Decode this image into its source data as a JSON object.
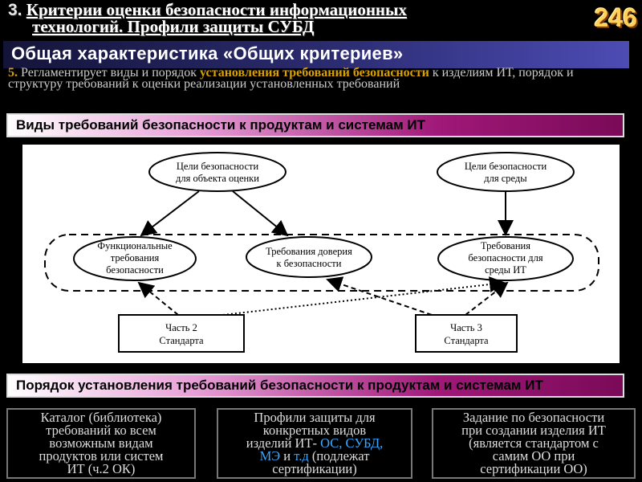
{
  "header": {
    "number": "3.",
    "title_line1": "Критерии оценки безопасности информационных",
    "title_line2": "технологий. Профили защиты СУБД",
    "slide_number": "246"
  },
  "subtitle": "Общая характеристика «Общих критериев»",
  "point": {
    "number": "5.",
    "text_a": "Регламентирует виды и порядок",
    "text_highlight": "установления требований безопасности",
    "text_b": "к изделиям ИТ,  порядок и структуру требований к оценки реализации установленных требований"
  },
  "band1": "Виды требований безопасности к продуктам и системам ИТ",
  "diagram": {
    "goal_object": [
      "Цели безопасности",
      "для объекта оценки"
    ],
    "goal_env": [
      "Цели безопасности",
      "для среды"
    ],
    "functional": [
      "Функциональные",
      "требования",
      "безопасности"
    ],
    "assurance": [
      "Требования доверия",
      "к безопасности"
    ],
    "env_req": [
      "Требования",
      "безопасности для",
      "среды ИТ"
    ],
    "part2": [
      "Часть 2",
      "Стандарта"
    ],
    "part3": [
      "Часть 3",
      "Стандарта"
    ]
  },
  "band2": "Порядок установления требований безопасности к продуктам и системам ИТ",
  "boxes": {
    "catalog": [
      "Каталог (библиотека)",
      "требований ко всем",
      "возможным видам",
      "продуктов или систем",
      "ИТ (ч.2 ОК)"
    ],
    "profiles": {
      "line1": "Профили защиты для",
      "line2": "конкретных видов",
      "line3_a": "изделий ИТ-",
      "line3_b": "ОС, СУБД,",
      "line4_a": "МЭ",
      "line4_b": "и",
      "line4_c": "т.д",
      "line4_d": "(подлежат",
      "line5": "сертификации)"
    },
    "task": [
      "Задание по безопасности",
      "при создании изделия ИТ",
      "(является стандартом с",
      "самим ОО при",
      "сертификации ОО)"
    ]
  },
  "colors": {
    "accent_gold": "#d8a000",
    "band_magenta": "#a01878",
    "link_blue": "#3aa8ff"
  }
}
